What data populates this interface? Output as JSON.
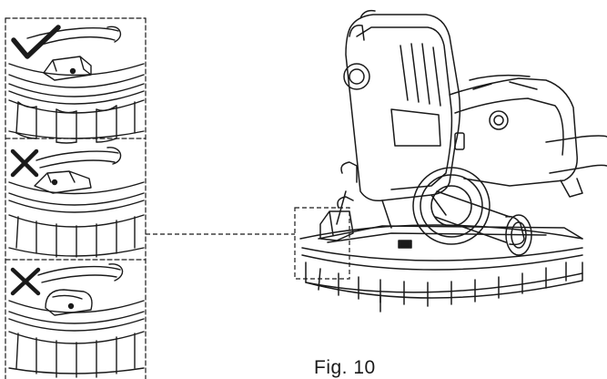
{
  "figure": {
    "caption": "Fig. 10"
  },
  "panels": [
    {
      "mark": "check",
      "verdict": "correct"
    },
    {
      "mark": "cross",
      "verdict": "incorrect"
    },
    {
      "mark": "cross",
      "verdict": "incorrect"
    }
  ],
  "colors": {
    "line": "#1a1a1a",
    "background": "#ffffff"
  }
}
